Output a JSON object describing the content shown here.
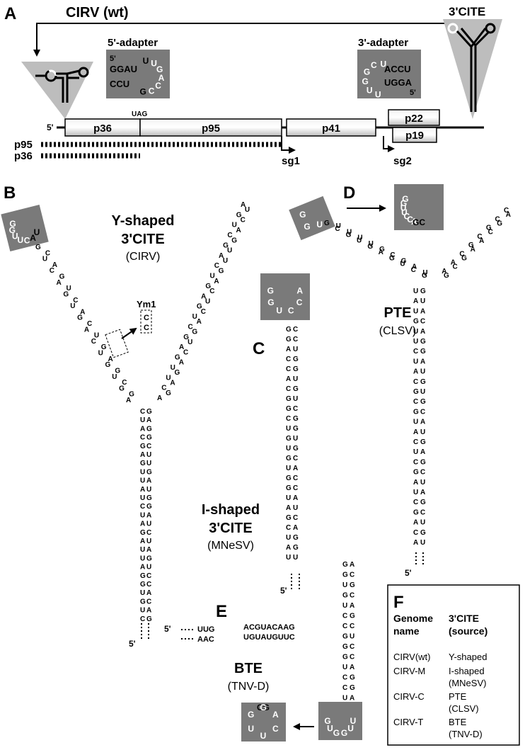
{
  "panels": {
    "a": {
      "letter": "A",
      "genome_label": "CIRV (wt)",
      "cite_label": "3'CITE",
      "five_adapter_title": "5'-adapter",
      "three_adapter_title": "3'-adapter",
      "five_prime": "5'",
      "stop_codon": "UAG",
      "orfs": {
        "p36": "p36",
        "p95": "p95",
        "p41": "p41",
        "p22": "p22",
        "p19": "p19"
      },
      "bar_p95": "p95",
      "bar_p36": "p36",
      "sg1": "sg1",
      "sg2": "sg2",
      "five_adapter_seq": {
        "end": "5'",
        "r1": "GGAU",
        "r2": "CCU",
        "loop": [
          "U",
          "U",
          "G",
          "A",
          "C",
          "C",
          "G"
        ]
      },
      "three_adapter_seq": {
        "end": "5'",
        "r1": "ACCU",
        "r2": "UGGA",
        "loop": [
          "U",
          "C",
          "G",
          "G",
          "U",
          "U"
        ]
      }
    },
    "b": {
      "letter": "B",
      "title1": "Y-shaped",
      "title2": "3'CITE",
      "source": "(CIRV)",
      "mutant": "Ym1",
      "mut1": "C",
      "mut2": "C",
      "end": "5'",
      "loop": [
        "G",
        "G",
        "U",
        "U",
        "C",
        "A",
        "U"
      ]
    },
    "c": {
      "letter": "C",
      "title1": "I-shaped",
      "title2": "3'CITE",
      "source": "(MNeSV)",
      "end": "5'",
      "loop": [
        "G",
        "G",
        "U",
        "C",
        "C",
        "A"
      ]
    },
    "d": {
      "letter": "D",
      "title1": "PTE",
      "source": "(CLSV)",
      "end": "5'",
      "small_loop": [
        "G",
        "G",
        "U"
      ],
      "loop": [
        "G",
        "G",
        "U",
        "U",
        "C",
        "C",
        "A",
        "GC"
      ]
    },
    "e": {
      "letter": "E",
      "title1": "BTE",
      "source": "(TNV-D)",
      "end": "5'",
      "row1": "UUG",
      "row2": "AAC",
      "row3": "ACGUACAAG",
      "row4": "UGUAUGUUC",
      "loop": [
        "CG",
        "A",
        "C",
        "U",
        "U",
        "G",
        "G"
      ],
      "small_loop": [
        "G",
        "U",
        "G",
        "G",
        "U",
        "U"
      ]
    },
    "f": {
      "letter": "F",
      "col1_header": "Genome name",
      "col2_header": "3'CITE (source)",
      "rows": [
        {
          "genome": "CIRV(wt)",
          "cite": "Y-shaped",
          "source": ""
        },
        {
          "genome": "CIRV-M",
          "cite": "I-shaped",
          "source": "(MNeSV)"
        },
        {
          "genome": "CIRV-C",
          "cite": "PTE",
          "source": "(CLSV)"
        },
        {
          "genome": "CIRV-T",
          "cite": "BTE",
          "source": "(TNV-D)"
        }
      ]
    }
  },
  "strands": {
    "b_lower": [
      [
        "C",
        "G"
      ],
      [
        "U",
        "A"
      ],
      [
        "A",
        "G"
      ],
      [
        "C",
        "G"
      ],
      [
        "G",
        "C"
      ],
      [
        "A",
        "U"
      ],
      [
        "G",
        "U"
      ],
      [
        "U",
        "G"
      ],
      [
        "U",
        "A"
      ],
      [
        "A",
        "U"
      ],
      [
        "U",
        "G"
      ],
      [
        "C",
        "G"
      ],
      [
        "U",
        "A"
      ],
      [
        "A",
        "U"
      ],
      [
        "G",
        "C"
      ],
      [
        "A",
        "U"
      ],
      [
        "U",
        "A"
      ],
      [
        "U",
        "G"
      ],
      [
        "A",
        "U"
      ],
      [
        "G",
        "C"
      ],
      [
        "G",
        "C"
      ],
      [
        "U",
        "A"
      ],
      [
        "G",
        "C"
      ],
      [
        "U",
        "A"
      ],
      [
        "C",
        "G"
      ]
    ],
    "b_left": [
      "G",
      "C",
      "U",
      "A",
      "C",
      "G",
      "A",
      "U",
      "G",
      "C",
      "U",
      "A",
      "G",
      "C",
      "A",
      "U",
      "C",
      "G",
      "U",
      "A",
      "G",
      "G",
      "U",
      "C",
      "G",
      "G",
      "A"
    ],
    "b_right": [
      "A",
      "U",
      "G",
      "C",
      "U",
      "A",
      "C",
      "G",
      "G",
      "U",
      "A",
      "U",
      "C",
      "G",
      "U",
      "A",
      "G",
      "C",
      "A",
      "U",
      "G",
      "C",
      "U",
      "A",
      "C",
      "G",
      "G",
      "U",
      "A",
      "C",
      "G",
      "A",
      "U",
      "G",
      "U",
      "A",
      "C",
      "G",
      "A"
    ],
    "c_stem": [
      [
        "G",
        "C"
      ],
      [
        "G",
        "C"
      ],
      [
        "A",
        "U"
      ],
      [
        "C",
        "G"
      ],
      [
        "C",
        "G"
      ],
      [
        "A",
        "U"
      ],
      [
        "C",
        "G"
      ],
      [
        "G",
        "U"
      ],
      [
        "G",
        "C"
      ],
      [
        "C",
        "G"
      ],
      [
        "U",
        "G"
      ],
      [
        "G",
        "U"
      ],
      [
        "U",
        "G"
      ],
      [
        "G",
        "C"
      ],
      [
        "U",
        "A"
      ],
      [
        "G",
        "C"
      ],
      [
        "G",
        "C"
      ],
      [
        "U",
        "A"
      ],
      [
        "A",
        "U"
      ],
      [
        "G",
        "C"
      ],
      [
        "C",
        "A"
      ],
      [
        "U",
        "G"
      ],
      [
        "A",
        "G"
      ],
      [
        "U",
        "U"
      ]
    ],
    "d_stem": [
      [
        "U",
        "G"
      ],
      [
        "A",
        "U"
      ],
      [
        "U",
        "A"
      ],
      [
        "G",
        "C"
      ],
      [
        "U",
        "A"
      ],
      [
        "U",
        "G"
      ],
      [
        "C",
        "G"
      ],
      [
        "U",
        "A"
      ],
      [
        "A",
        "U"
      ],
      [
        "C",
        "G"
      ],
      [
        "G",
        "U"
      ],
      [
        "C",
        "G"
      ],
      [
        "G",
        "C"
      ],
      [
        "U",
        "A"
      ],
      [
        "A",
        "U"
      ],
      [
        "C",
        "G"
      ],
      [
        "U",
        "A"
      ],
      [
        "C",
        "G"
      ],
      [
        "G",
        "C"
      ],
      [
        "A",
        "U"
      ],
      [
        "U",
        "A"
      ],
      [
        "C",
        "G"
      ],
      [
        "G",
        "C"
      ],
      [
        "A",
        "U"
      ],
      [
        "C",
        "G"
      ],
      [
        "A",
        "U"
      ]
    ],
    "d_arm_l": [
      "G",
      "U",
      "C",
      "U",
      "G",
      "U",
      "U",
      "U",
      "G",
      "G",
      "A",
      "C",
      "G",
      "G",
      "U",
      "A",
      "C",
      "U",
      "G"
    ],
    "d_arm_r": [
      "C",
      "A",
      "C",
      "G",
      "G",
      "C",
      "C",
      "A",
      "G",
      "A",
      "C",
      "G",
      "A",
      "C",
      "A",
      "G"
    ],
    "e_stem": [
      [
        "G",
        "A"
      ],
      [
        "G",
        "C"
      ],
      [
        "U",
        "G"
      ],
      [
        "G",
        "C"
      ],
      [
        "U",
        "A"
      ],
      [
        "C",
        "G"
      ],
      [
        "C",
        "C"
      ],
      [
        "G",
        "U"
      ],
      [
        "G",
        "C"
      ],
      [
        "G",
        "C"
      ],
      [
        "U",
        "A"
      ],
      [
        "C",
        "G"
      ],
      [
        "C",
        "G"
      ],
      [
        "U",
        "A"
      ]
    ]
  }
}
